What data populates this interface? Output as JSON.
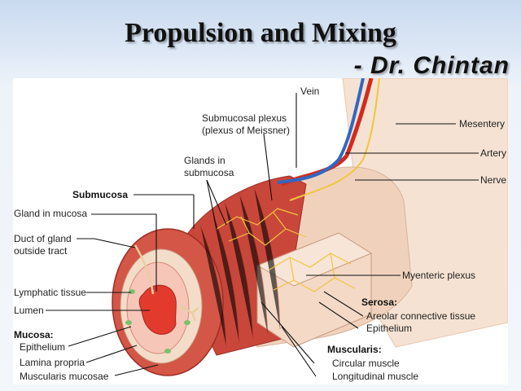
{
  "title": "Propulsion and Mixing",
  "author": "- Dr. Chintan",
  "labels": {
    "vein": "Vein",
    "submucosal_plexus_1": "Submucosal plexus",
    "submucosal_plexus_2": "(plexus of Meissner)",
    "glands_submucosa_1": "Glands in",
    "glands_submucosa_2": "submucosa",
    "submucosa": "Submucosa",
    "gland_in_mucosa": "Gland in mucosa",
    "duct_gland_1": "Duct of gland",
    "duct_gland_2": "outside tract",
    "lymphatic_tissue": "Lymphatic tissue",
    "lumen": "Lumen",
    "mucosa": "Mucosa:",
    "epithelium": "Epithelium",
    "lamina_propria": "Lamina propria",
    "muscularis_mucosae": "Muscularis mucosae",
    "mesentery": "Mesentery",
    "artery": "Artery",
    "nerve": "Nerve",
    "myenteric_plexus": "Myenteric plexus",
    "serosa": "Serosa:",
    "areolar": "Areolar connective tissue",
    "serosa_epithelium": "Epithelium",
    "muscularis": "Muscularis:",
    "circular_muscle": "Circular muscle",
    "longitudinal_muscle": "Longitudinal muscle"
  },
  "colors": {
    "muscle": "#c9473a",
    "muscle_dark": "#9e2f26",
    "serosa": "#f0d2bc",
    "mesentery": "#f5e2d2",
    "artery": "#d22a1e",
    "vein": "#2f68c4",
    "nerve": "#f2c53d"
  }
}
